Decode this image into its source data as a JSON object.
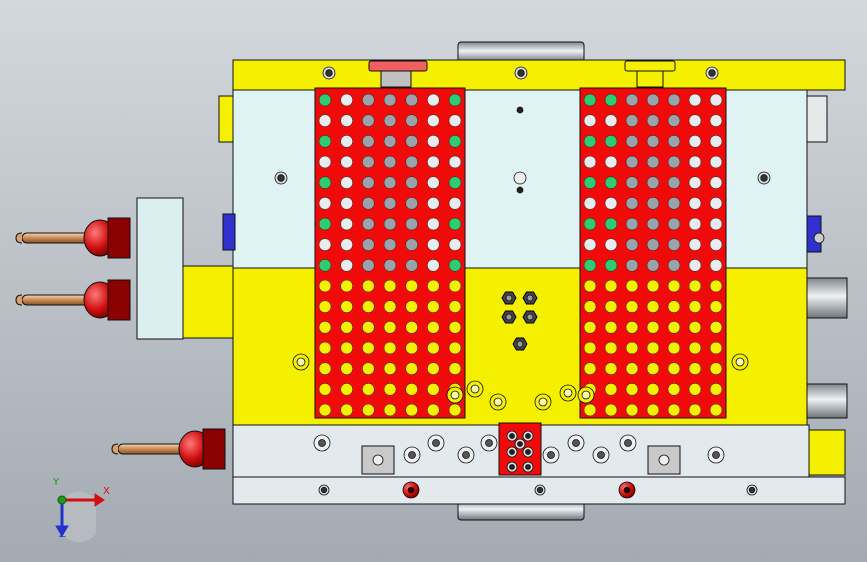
{
  "viewport": {
    "background_top": "#cfd4da",
    "background_bottom": "#9aa1a8"
  },
  "model": {
    "colors": {
      "yellow": "#f5f000",
      "cyan": "#dff3f5",
      "gray_plate": "#e3eaee",
      "red": "#f00a0a",
      "pink": "#f06060",
      "green": "#2ecc71",
      "copper": "#d9a070",
      "blue": "#3030d0",
      "black": "#1a1a1a"
    }
  },
  "triad": {
    "x_label": "X",
    "y_label": "Y",
    "z_label": "Z"
  }
}
